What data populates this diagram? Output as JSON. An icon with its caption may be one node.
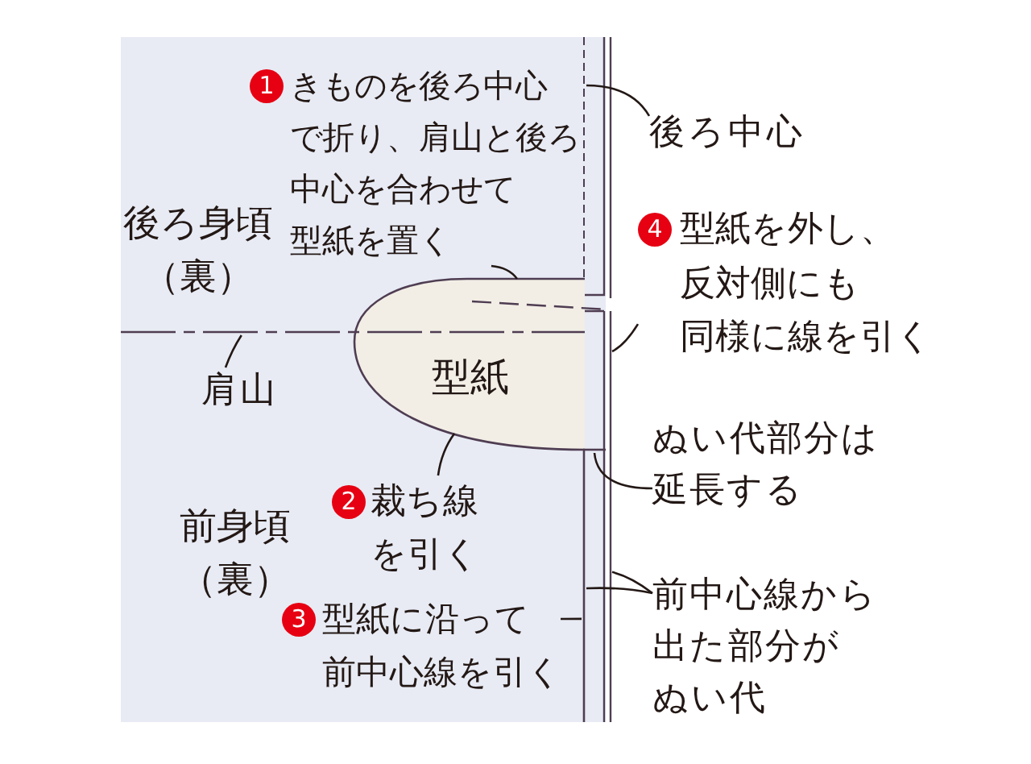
{
  "diagram": {
    "nodes": [
      {
        "text": [
          "後ろ身頃（裏）",
          "前身頃（裏）"
        ]
      },
      {
        "text": [
          "1",
          "きものを後ろ中心で折り、肩山と後ろ中心を合わせて型紙を置く"
        ],
        "in": 0
      },
      {
        "text": [],
        "shape": "line",
        "in": 0
      },
      {
        "text": [
          "後ろ中心"
        ]
      },
      {
        "text": [
          "4",
          "型紙を外し、反対側にも同様に線を引く"
        ]
      },
      {
        "text": [
          "型紙"
        ],
        "in": 0
      },
      {
        "text": [],
        "shape": "line",
        "in": 0
      },
      {
        "text": [
          "肩山"
        ],
        "in": 0
      },
      {
        "text": [],
        "shape": "line"
      },
      {
        "text": [],
        "shape": "line",
        "in": 0
      },
      {
        "text": [
          "ぬい代部分は延長する"
        ]
      },
      {
        "text": [
          "2",
          "裁ち線を引く"
        ],
        "in": 0
      },
      {
        "text": [],
        "shape": "line",
        "in": 0
      },
      {
        "text": [
          "前中心線から出た部分がぬい代"
        ]
      },
      {
        "text": [
          "3",
          "型紙に沿って前中心線を引く"
        ],
        "in": 0
      }
    ],
    "edges": [
      {
        "from": 1,
        "to": 5,
        "arrow": "none"
      },
      {
        "from": 3,
        "to": 2,
        "arrow": "none"
      },
      {
        "from": 4,
        "to": 8,
        "arrow": "none"
      },
      {
        "from": 7,
        "to": 6,
        "arrow": "none"
      },
      {
        "from": 10,
        "to": 9,
        "arrow": "none"
      },
      {
        "from": 11,
        "to": 5,
        "arrow": "none"
      },
      {
        "from": 13,
        "to": 12,
        "arrow": "none"
      },
      {
        "from": 13,
        "to": 8,
        "arrow": "none"
      },
      {
        "from": 14,
        "to": 12,
        "arrow": "none"
      }
    ]
  }
}
